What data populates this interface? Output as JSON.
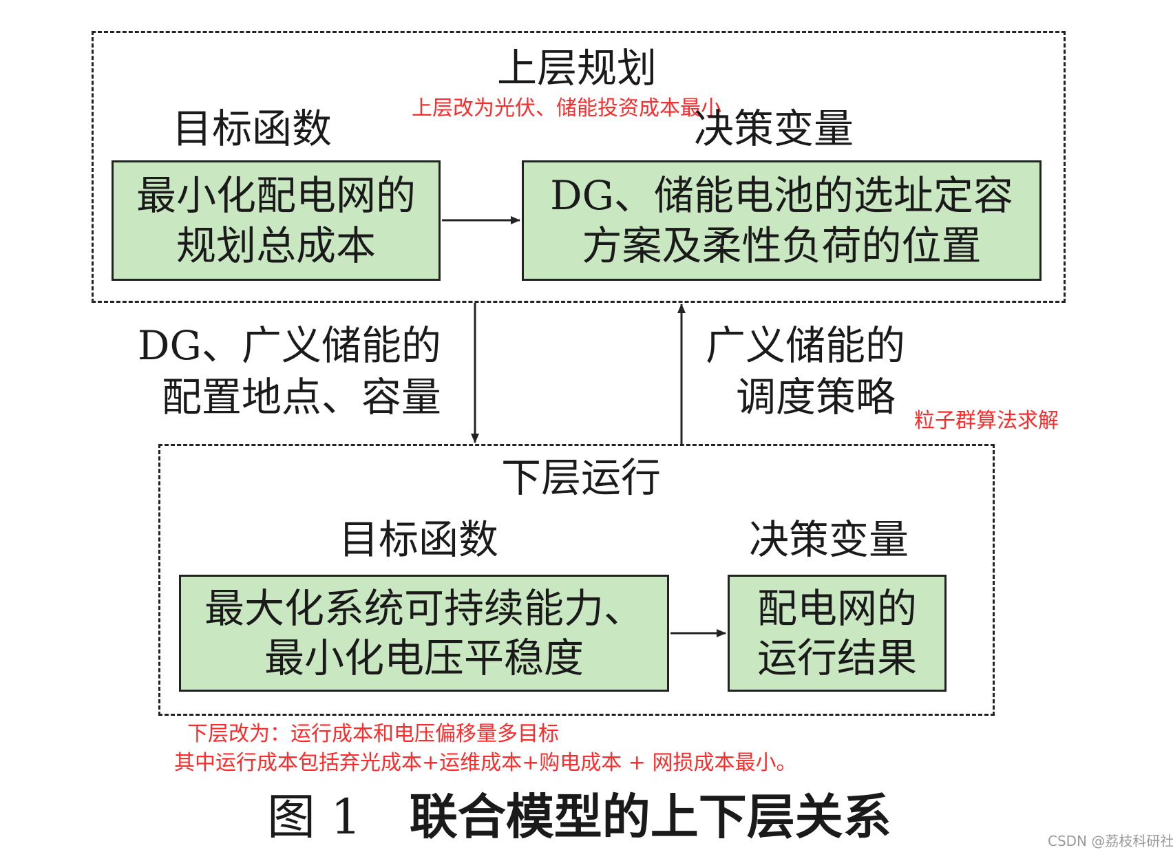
{
  "upper": {
    "title": "上层规划",
    "objective_label": "目标函数",
    "objective_lines": [
      "最小化配电网的",
      "规划总成本"
    ],
    "decision_label": "决策变量",
    "decision_lines": [
      "DG、储能电池的选址定容",
      "方案及柔性负荷的位置"
    ],
    "annotation": "上层改为光伏、储能投资成本最小"
  },
  "middle": {
    "down_lines": [
      "DG、广义储能的",
      "配置地点、容量"
    ],
    "up_lines": [
      "广义储能的",
      "调度策略"
    ],
    "annotation": "粒子群算法求解"
  },
  "lower": {
    "title": "下层运行",
    "objective_label": "目标函数",
    "objective_lines": [
      "最大化系统可持续能力、",
      "最小化电压平稳度"
    ],
    "decision_label": "决策变量",
    "decision_lines": [
      "配电网的",
      "运行结果"
    ],
    "annotation_lines": [
      "下层改为：运行成本和电压偏移量多目标",
      "其中运行成本包括弃光成本+运维成本+购电成本 + 网损成本最小。"
    ]
  },
  "caption": {
    "number": "图 1",
    "text": "联合模型的上下层关系"
  },
  "watermark": "CSDN @荔枝科研社",
  "colors": {
    "box_fill": "#c9e7c0",
    "annotation": "#ff2a2a",
    "line": "#222222"
  }
}
